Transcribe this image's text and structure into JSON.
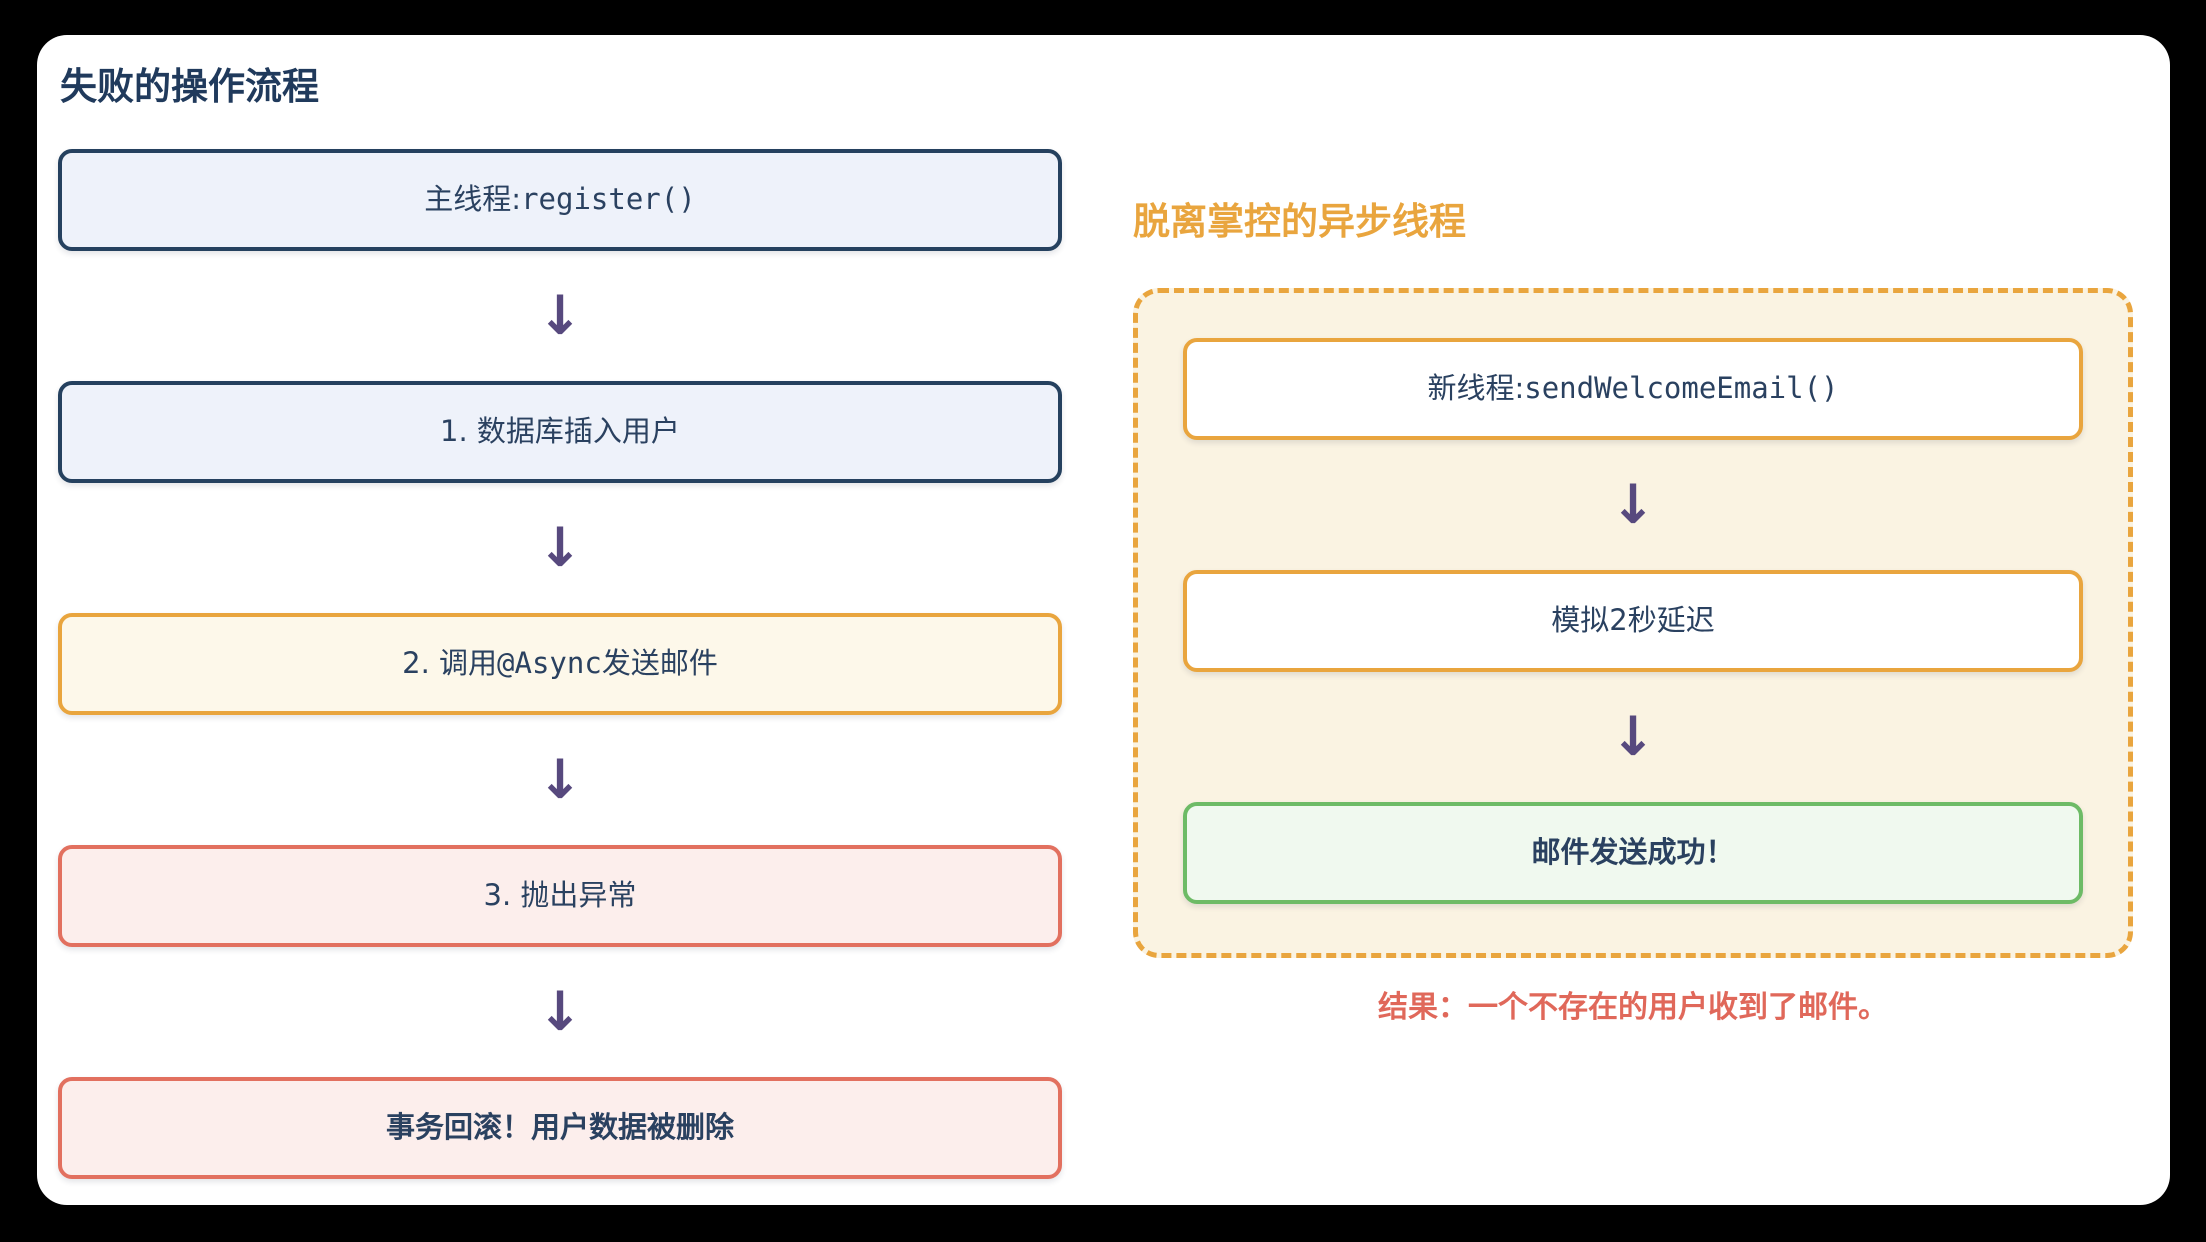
{
  "colors": {
    "canvas_bg": "#000000",
    "card_bg": "#ffffff",
    "title_navy": "#203a5c",
    "node_text_navy": "#2a4160",
    "blue_fill": "#eef2fa",
    "navy_border": "#25415f",
    "yellow_fill": "#fdf8ea",
    "orange_border": "#e9a53e",
    "red_fill": "#fceeec",
    "salmon_border": "#e2705f",
    "green_fill": "#f0f9ef",
    "green_border": "#6dbb66",
    "panel_fill": "#faf3e2",
    "arrow_purple": "#57497e",
    "result_red": "#e0685a",
    "right_title_orange": "#e9a53e"
  },
  "icons": {
    "arrow_down": "↓"
  },
  "left_flow": {
    "title": "失败的操作流程",
    "nodes": [
      {
        "text": "主线程: ",
        "code": "register()"
      },
      {
        "text": "1. 数据库插入用户"
      },
      {
        "pre": "2. 调用 ",
        "code": "@Async",
        "post": " 发送邮件"
      },
      {
        "text": "3. 抛出异常"
      },
      {
        "text": "事务回滚！用户数据被删除"
      }
    ]
  },
  "right_flow": {
    "title": "脱离掌控的异步线程",
    "panel_nodes": [
      {
        "text": "新线程: ",
        "code": "sendWelcomeEmail()"
      },
      {
        "text": "模拟2秒延迟"
      },
      {
        "text": "邮件发送成功！"
      }
    ],
    "result": "结果：一个不存在的用户收到了邮件。"
  }
}
